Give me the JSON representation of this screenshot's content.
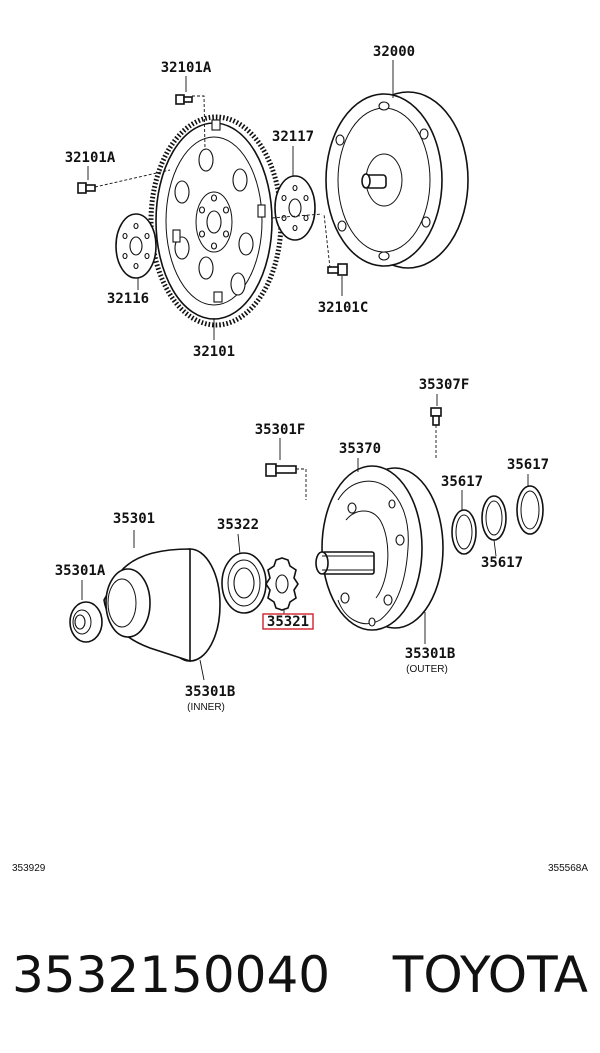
{
  "labels": {
    "p32000": "32000",
    "p32101a_top": "32101A",
    "p32101a_left": "32101A",
    "p32117": "32117",
    "p32116": "32116",
    "p32101c": "32101C",
    "p32101": "32101",
    "p35307f": "35307F",
    "p35301f": "35301F",
    "p35370": "35370",
    "p35617_a": "35617",
    "p35617_b": "35617",
    "p35617_c": "35617",
    "p35301": "35301",
    "p35322": "35322",
    "p35301a": "35301A",
    "p35321": "35321",
    "p35301b_outer": "35301B",
    "p35301b_inner": "35301B",
    "outer_note": "(OUTER)",
    "inner_note": "(INNER)"
  },
  "highlight_color": "#d3202a",
  "diagram_codes": {
    "left": "353929",
    "right": "355568A"
  },
  "footer": {
    "part_number": "3532150040",
    "brand": "TOYOTA"
  }
}
